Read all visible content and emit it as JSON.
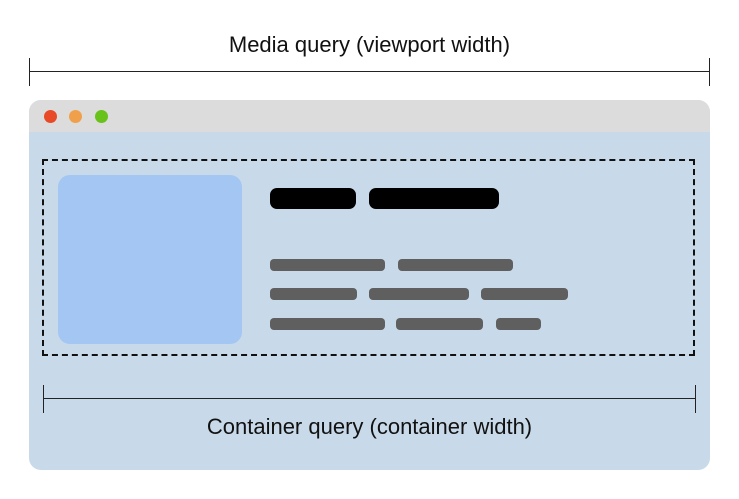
{
  "media_query": {
    "label": "Media query (viewport width)"
  },
  "container_query": {
    "label": "Container query (container width)"
  },
  "browser_window": {
    "controls": [
      {
        "name": "close",
        "color": "#e84a27"
      },
      {
        "name": "minimize",
        "color": "#f0a04a"
      },
      {
        "name": "maximize",
        "color": "#68c21a"
      }
    ],
    "content_background": "#c8d9e9",
    "titlebar_color": "#dcdcdc"
  },
  "card": {
    "image_color": "#a3c6f2",
    "heading_color": "#000000",
    "text_color": "#5f5f5f",
    "heading_placeholders": 2,
    "text_lines": [
      2,
      3,
      3
    ]
  }
}
